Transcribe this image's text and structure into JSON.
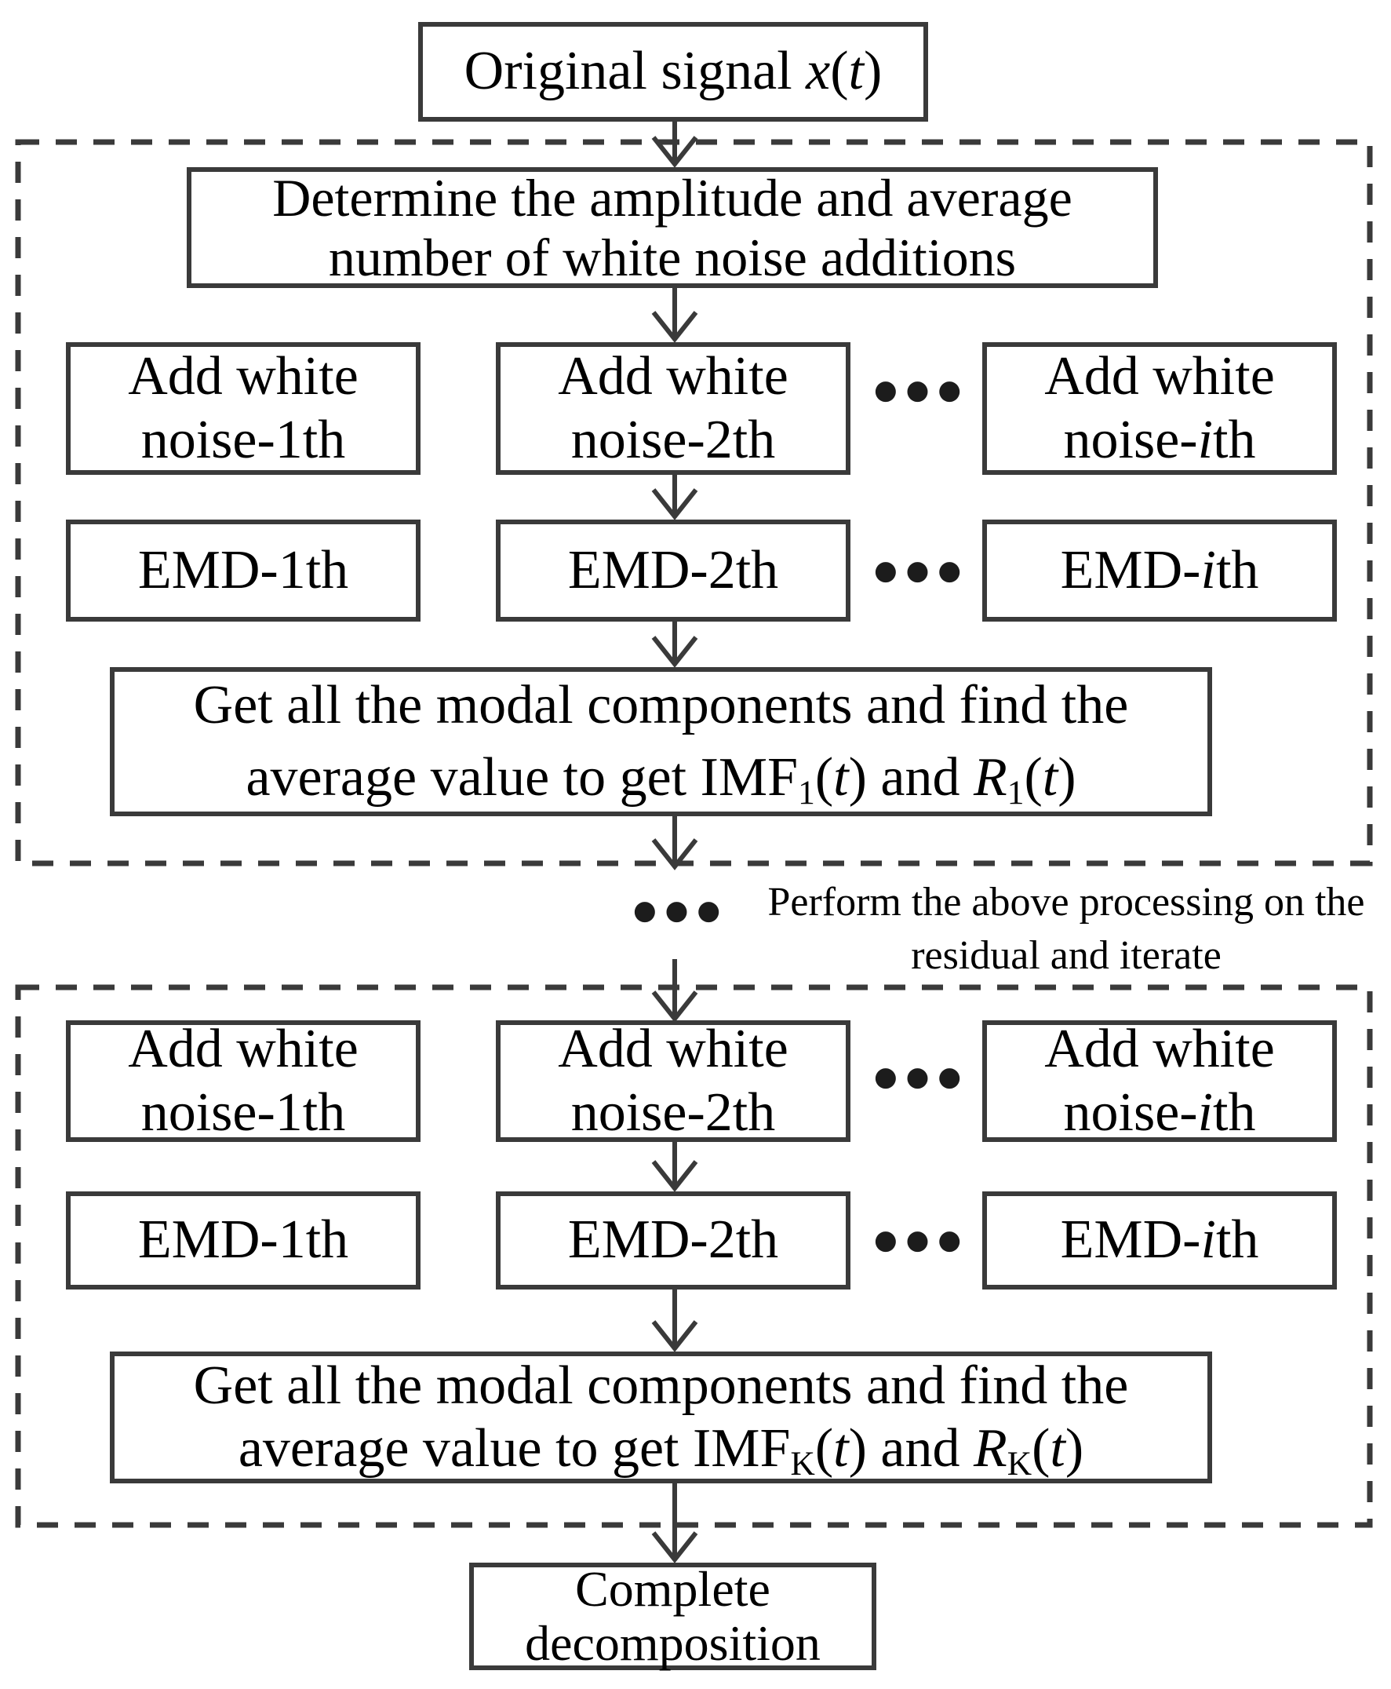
{
  "colors": {
    "line": "#3a3a3a",
    "text": "#000000",
    "background": "#ffffff"
  },
  "icons": {
    "ellipsis_icon": "●●●"
  },
  "diagram": {
    "start": {
      "prefix": "Original signal ",
      "var_x": "x",
      "open": "(",
      "var_t": "t",
      "close": ")"
    },
    "stage1": {
      "determine_line1": "Determine the amplitude and average",
      "determine_line2": "number of white noise additions",
      "noise_box1_line1": "Add white",
      "noise_box1_line2": "noise-1th",
      "noise_box2_line1": "Add white",
      "noise_box2_line2": "noise-2th",
      "noise_boxi_line1": "Add white",
      "noise_boxi_line2_prefix": "noise-",
      "noise_boxi_line2_var": "i",
      "noise_boxi_line2_suffix": "th",
      "emd_box1": "EMD-1th",
      "emd_box2": "EMD-2th",
      "emd_boxi_prefix": "EMD-",
      "emd_boxi_var": "i",
      "emd_boxi_suffix": "th",
      "result_line1": "Get all the modal components and find the",
      "result_prefix": "average value to get IMF",
      "result_imf_sub": "1",
      "result_open1": "(",
      "result_t1": "t",
      "result_close1": ")",
      "result_and": " and ",
      "result_r": "R",
      "result_r_sub": "1",
      "result_open2": "(",
      "result_t2": "t",
      "result_close2": ")"
    },
    "iterate_note_line1": "Perform the above processing on the",
    "iterate_note_line2": "residual and iterate",
    "stage2": {
      "noise_box1_line1": "Add white",
      "noise_box1_line2": "noise-1th",
      "noise_box2_line1": "Add white",
      "noise_box2_line2": "noise-2th",
      "noise_boxi_line1": "Add white",
      "noise_boxi_line2_prefix": "noise-",
      "noise_boxi_line2_var": "i",
      "noise_boxi_line2_suffix": "th",
      "emd_box1": "EMD-1th",
      "emd_box2": "EMD-2th",
      "emd_boxi_prefix": "EMD-",
      "emd_boxi_var": "i",
      "emd_boxi_suffix": "th",
      "result_line1": "Get all the modal components and find the",
      "result_prefix": "average value to get IMF",
      "result_imf_sub": "K",
      "result_open1": "(",
      "result_t1": "t",
      "result_close1": ")",
      "result_and": " and ",
      "result_r": "R",
      "result_r_sub": "K",
      "result_open2": "(",
      "result_t2": "t",
      "result_close2": ")"
    },
    "end_line1": "Complete",
    "end_line2": "decomposition"
  }
}
